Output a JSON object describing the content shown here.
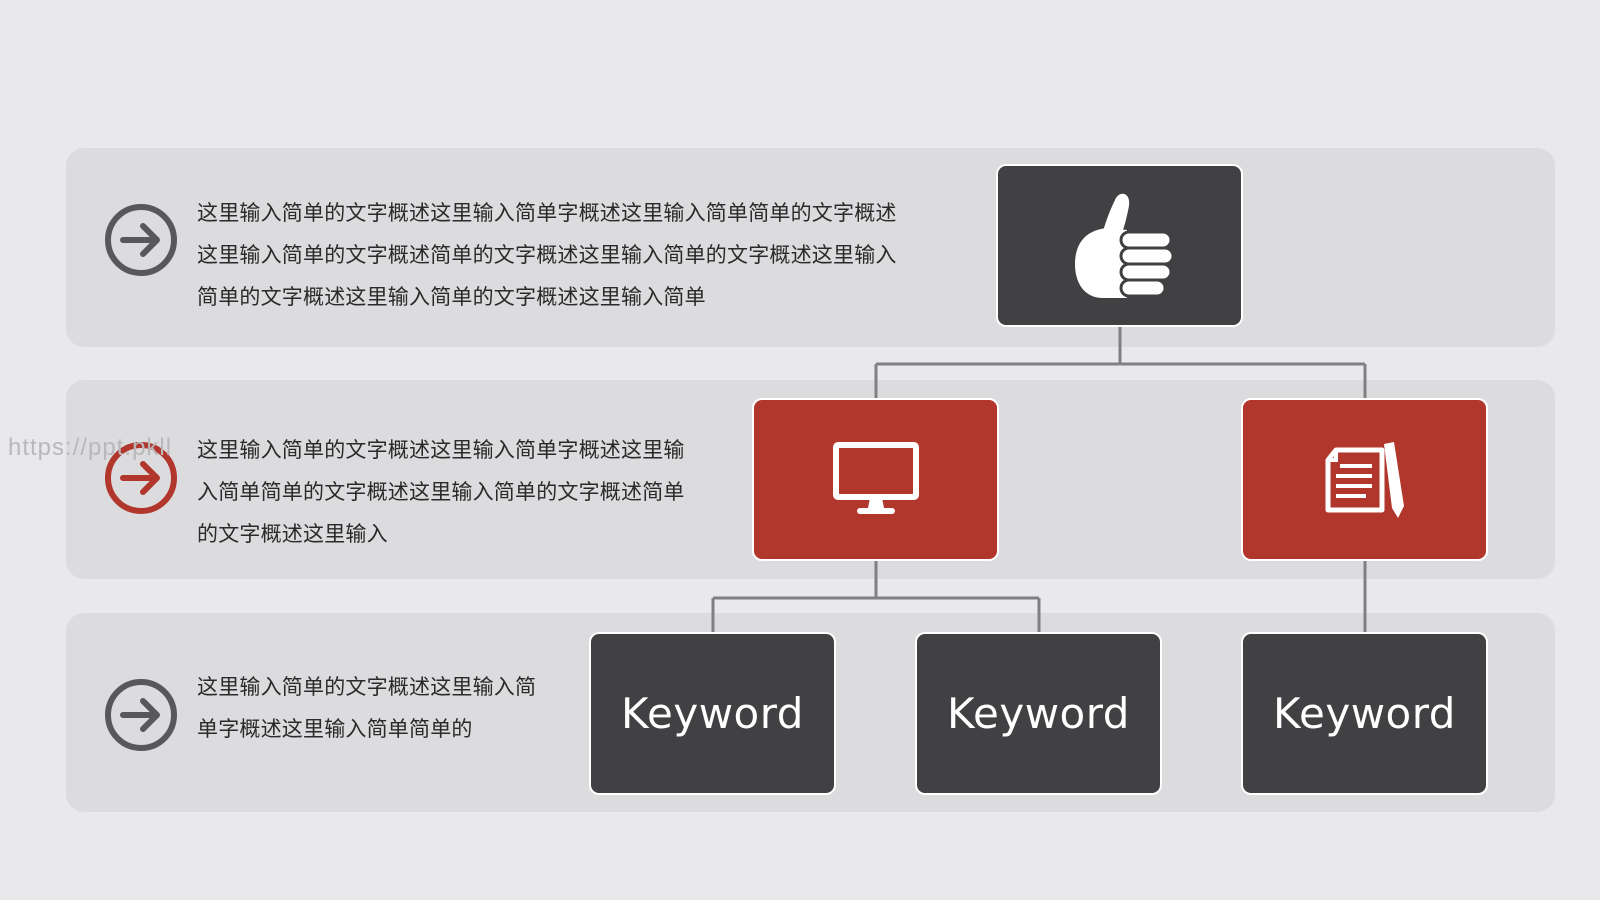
{
  "rows": [
    {
      "text": "这里输入简单的文字概述这里输入简单字概述这里输入简单简单的文字概述这里输入简单的文字概述简单的文字概述这里输入简单的文字概述这里输入简单的文字概述这里输入简单的文字概述这里输入简单",
      "icon": "arrow-right-circle-icon",
      "icon_color": "#58585a"
    },
    {
      "text": "这里输入简单的文字概述这里输入简单字概述这里输入简单简单的文字概述这里输入简单的文字概述简单的文字概述这里输入",
      "icon": "arrow-right-circle-icon",
      "icon_color": "#b1362c"
    },
    {
      "text": "这里输入简单的文字概述这里输入简单字概述这里输入简单简单的",
      "icon": "arrow-right-circle-icon",
      "icon_color": "#58585a"
    }
  ],
  "watermark": "https://ppt.pkll",
  "tree": {
    "root": {
      "icon": "thumbs-up-icon",
      "color": "#414042"
    },
    "level2": [
      {
        "icon": "monitor-icon",
        "color": "#b1362c"
      },
      {
        "icon": "document-pen-icon",
        "color": "#b1362c"
      }
    ],
    "leaves": [
      {
        "label": "Keyword"
      },
      {
        "label": "Keyword"
      },
      {
        "label": "Keyword"
      }
    ]
  },
  "colors": {
    "background": "#e9e8ea",
    "band": "#dcdbdd",
    "dark_node": "#414042",
    "red_node": "#b1362c",
    "connector": "#808082"
  }
}
